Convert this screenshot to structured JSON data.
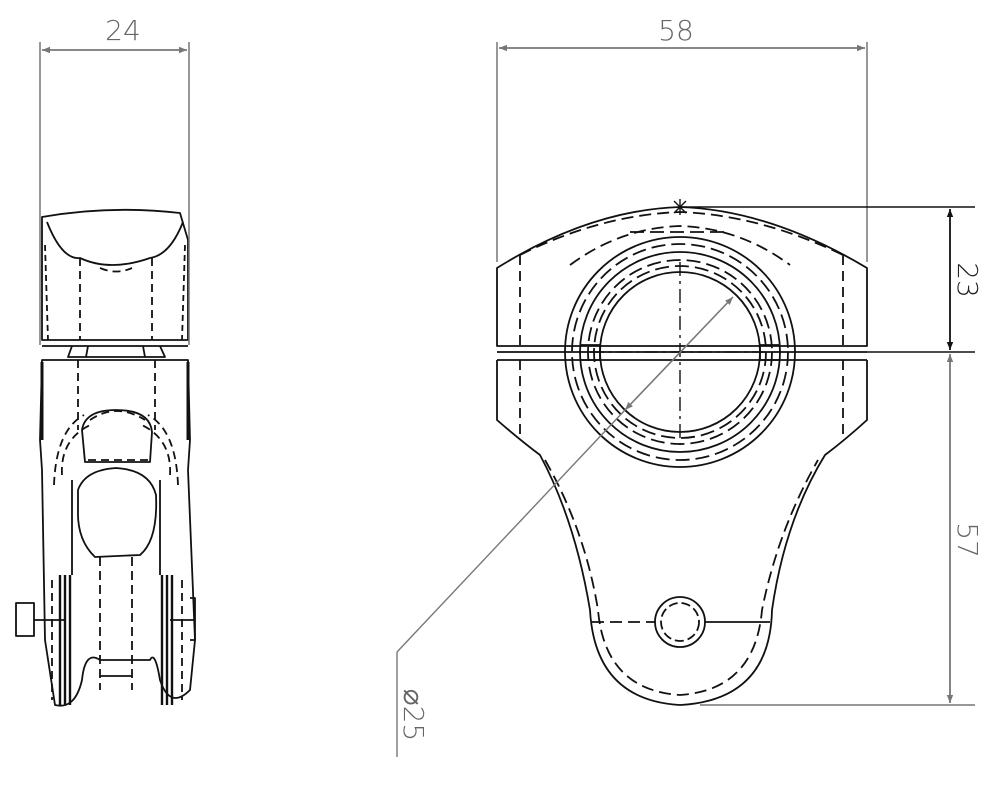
{
  "drawing": {
    "type": "technical-drawing",
    "views": [
      "side-view",
      "front-view"
    ],
    "line_color": "#111111",
    "dimension_color": "#777777"
  },
  "dimensions": {
    "side_width": {
      "label": "24",
      "orientation": "horizontal"
    },
    "front_width": {
      "label": "58",
      "orientation": "horizontal"
    },
    "clamp_height": {
      "label": "23",
      "orientation": "vertical"
    },
    "arm_height": {
      "label": "57",
      "orientation": "vertical"
    },
    "bore_diameter": {
      "symbol": "⌀",
      "value": "25",
      "label": "⌀25",
      "orientation": "vertical"
    }
  }
}
